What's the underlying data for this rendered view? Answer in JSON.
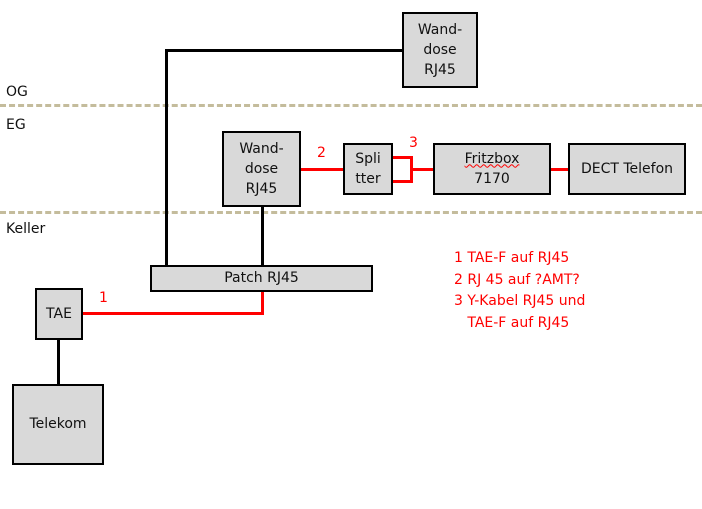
{
  "floors": {
    "og": "OG",
    "eg": "EG",
    "keller": "Keller"
  },
  "nodes": {
    "wanddose_og": "Wand-\ndose\nRJ45",
    "wanddose_eg": "Wand-\ndose\nRJ45",
    "splitter": "Spli\ntter",
    "fritzbox_name": "Fritzbox",
    "fritzbox_model": "7170",
    "dect": "DECT Telefon",
    "patch": "Patch RJ45",
    "tae": "TAE",
    "telekom": "Telekom"
  },
  "cable_numbers": {
    "c1": "1",
    "c2": "2",
    "c3": "3"
  },
  "legend": [
    "1 TAE-F auf RJ45",
    "2 RJ 45 auf ?AMT?",
    "3 Y-Kabel RJ45 und",
    "   TAE-F auf RJ45"
  ],
  "colors": {
    "cable_red": "#ff0000",
    "floor_divider": "#c4bc9c",
    "box_fill": "#d9d9d9"
  }
}
